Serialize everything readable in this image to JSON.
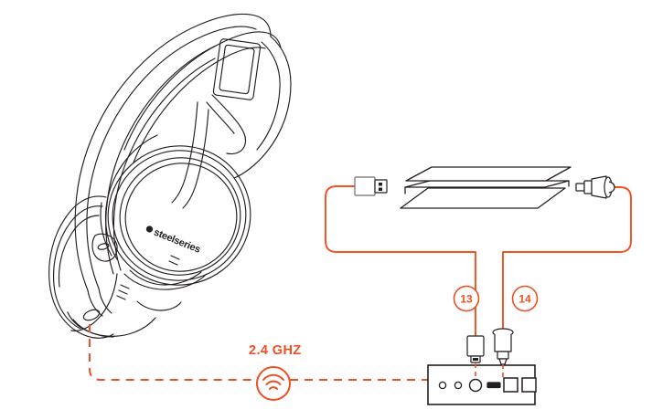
{
  "diagram": {
    "title": "SteelSeries Arctis wireless headset setup diagram",
    "colors": {
      "accent": "#F04E23",
      "accent_cable": "#F4511E",
      "line": "#231F20",
      "background": "#FFFFFF"
    },
    "wireless": {
      "label": "2.4 GHZ",
      "icon": "wifi-icon",
      "link_style": "dashed"
    },
    "headset": {
      "name": "arctis-headset",
      "brand_label": "steelseries",
      "brand_icon": "steelseries-logo-icon"
    },
    "console": {
      "name": "playstation-console",
      "label": ""
    },
    "base_station": {
      "name": "wireless-transmitter-base",
      "ports": [
        {
          "name": "port-small-jack-1",
          "shape": "circle-small"
        },
        {
          "name": "port-small-jack-2",
          "shape": "circle-small"
        },
        {
          "name": "port-large-jack",
          "shape": "circle-large"
        },
        {
          "name": "port-micro-usb",
          "shape": "slot"
        },
        {
          "name": "port-optical-in",
          "shape": "square"
        },
        {
          "name": "port-optical-out",
          "shape": "square"
        }
      ]
    },
    "connectors": {
      "usb_plug_console": {
        "name": "usb-plug-console-end",
        "type": "usb-a"
      },
      "optical_plug_console": {
        "name": "optical-plug-console-end",
        "type": "optical-toslink"
      },
      "usb_plug_base": {
        "name": "usb-plug-base-end",
        "type": "micro-usb"
      },
      "optical_plug_base": {
        "name": "optical-plug-base-end",
        "type": "optical-toslink"
      }
    },
    "callouts": [
      {
        "id": "callout-13",
        "number": "13",
        "refers_to": "usb-cable"
      },
      {
        "id": "callout-14",
        "number": "14",
        "refers_to": "optical-cable"
      }
    ]
  }
}
